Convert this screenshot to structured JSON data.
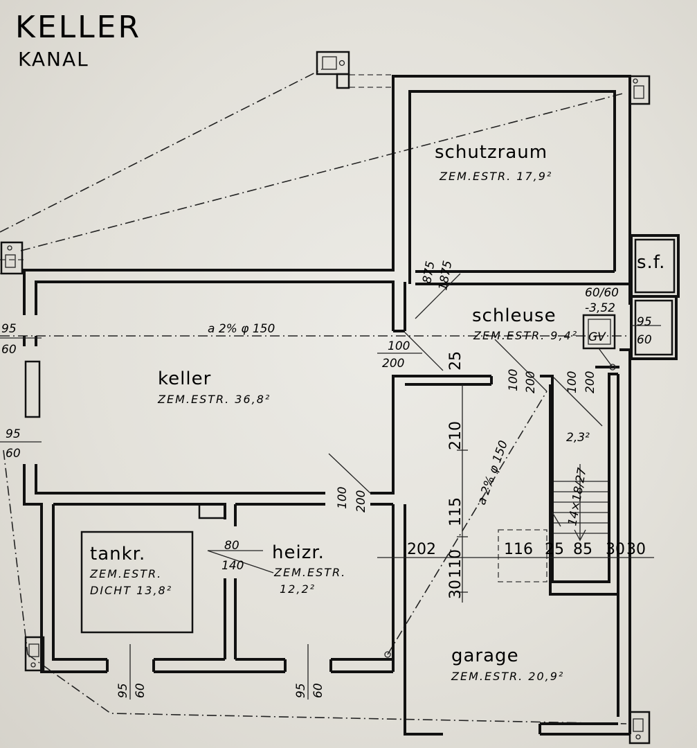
{
  "plan": {
    "title": "KELLER",
    "subtitle": "KANAL",
    "rooms": {
      "schutzraum": {
        "name": "schutzraum",
        "spec": "ZEM.ESTR. 17,9²"
      },
      "keller": {
        "name": "keller",
        "spec": "ZEM.ESTR. 36,8²"
      },
      "schleuse": {
        "name": "schleuse",
        "spec": "ZEM.ESTR. 9,4²"
      },
      "tankr": {
        "name": "tankr.",
        "spec1": "ZEM.ESTR.",
        "spec2": "DICHT 13,8²"
      },
      "heizr": {
        "name": "heizr.",
        "spec1": "ZEM.ESTR.",
        "spec2": "12,2²"
      },
      "garage": {
        "name": "garage",
        "spec": "ZEM.ESTR. 20,9²"
      },
      "sf": {
        "name": "s.f."
      }
    },
    "pipe_label": "a 2% φ 150",
    "pipe_label2": "a 2% φ 150",
    "gv_label": "GV",
    "stair_label": "14×18/27",
    "stair_area": "2,3²",
    "openings": {
      "o1": {
        "top": "95",
        "bottom": "60"
      },
      "o2": {
        "top": "95",
        "bottom": "60"
      },
      "o3": {
        "top": "95",
        "bottom": "60"
      },
      "o4": {
        "top": "95",
        "bottom": "60"
      },
      "o5": {
        "top": "95",
        "bottom": "60"
      }
    },
    "doors": {
      "d_schutz": {
        "a": "875",
        "b": "1875"
      },
      "d_keller": {
        "a": "100",
        "b": "200"
      },
      "d_heiz": {
        "a": "100",
        "b": "200"
      },
      "d_schleuse1": {
        "a": "100",
        "b": "200"
      },
      "d_schleuse2": {
        "a": "100",
        "b": "200"
      },
      "d_tank": {
        "a": "80",
        "b": "140"
      },
      "d_sf": {
        "a": "60/60",
        "b": "-3,52"
      }
    },
    "dims": {
      "d25": "25",
      "d210": "210",
      "d115": "115",
      "d202": "202",
      "d110": "110",
      "d30": "30",
      "d116": "116",
      "d25b": "25",
      "d85": "85",
      "d30a": "30",
      "d30b": "30"
    }
  },
  "colors": {
    "paper": "#e6e3dc",
    "ink": "#111111"
  }
}
